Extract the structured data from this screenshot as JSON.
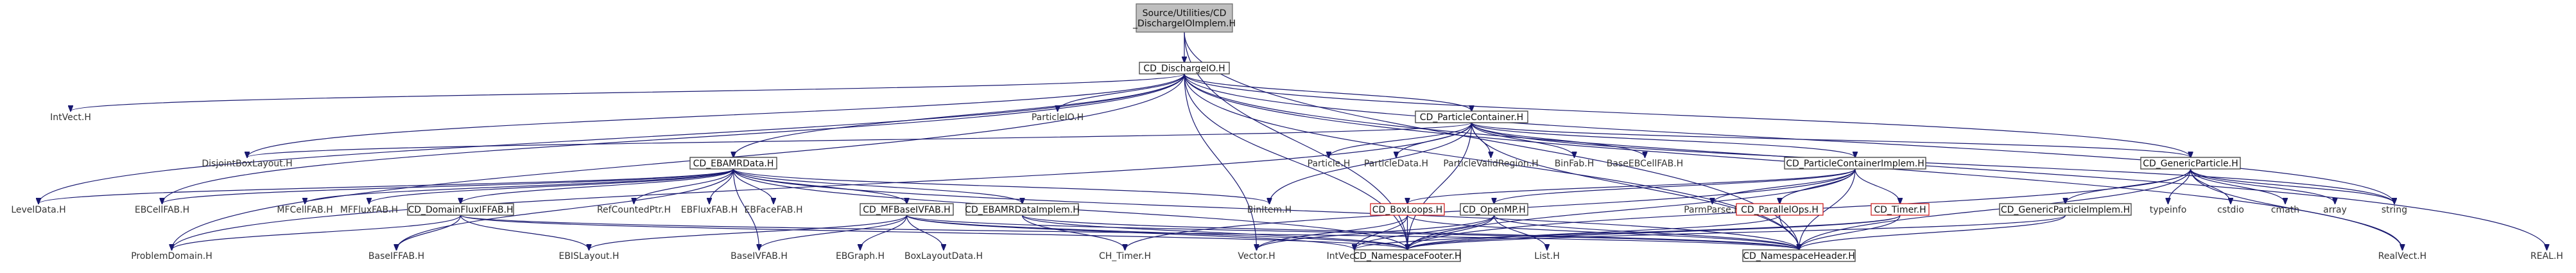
{
  "diagram": {
    "type": "include-dependency-graph",
    "colors": {
      "edge": "#191970",
      "node_border": "#b0b0b0",
      "root_fill": "#bfbfbf",
      "incomplete_border": "#cc1111"
    },
    "nodes": [
      {
        "id": "root",
        "lines": [
          "Source/Utilities/CD",
          "_DischargeIOImplem.H"
        ],
        "style": "root"
      },
      {
        "id": "dischargeio",
        "lines": [
          "CD_DischargeIO.H"
        ],
        "style": "main"
      },
      {
        "id": "intvect",
        "lines": [
          "IntVect.H"
        ],
        "style": "plain"
      },
      {
        "id": "particleio",
        "lines": [
          "ParticleIO.H"
        ],
        "style": "plain"
      },
      {
        "id": "leveldata",
        "lines": [
          "LevelData.H"
        ],
        "style": "plain"
      },
      {
        "id": "ebcellfab",
        "lines": [
          "EBCellFAB.H"
        ],
        "style": "plain"
      },
      {
        "id": "disjoint",
        "lines": [
          "DisjointBoxLayout.H"
        ],
        "style": "plain"
      },
      {
        "id": "problemdomain",
        "lines": [
          "ProblemDomain.H"
        ],
        "style": "plain"
      },
      {
        "id": "ebamrdata",
        "lines": [
          "CD_EBAMRData.H"
        ],
        "style": "main"
      },
      {
        "id": "mfcellfab",
        "lines": [
          "MFCellFAB.H"
        ],
        "style": "plain"
      },
      {
        "id": "mffluxfab",
        "lines": [
          "MFFluxFAB.H"
        ],
        "style": "plain"
      },
      {
        "id": "domainflux",
        "lines": [
          "CD_DomainFluxIFFAB.H"
        ],
        "style": "main"
      },
      {
        "id": "baseiffab",
        "lines": [
          "BaseIFFAB.H"
        ],
        "style": "plain"
      },
      {
        "id": "ebislayout",
        "lines": [
          "EBISLayout.H"
        ],
        "style": "plain"
      },
      {
        "id": "refcounted",
        "lines": [
          "RefCountedPtr.H"
        ],
        "style": "plain"
      },
      {
        "id": "ebfluxfab",
        "lines": [
          "EBFluxFAB.H"
        ],
        "style": "plain"
      },
      {
        "id": "ebfacefab",
        "lines": [
          "EBFaceFAB.H"
        ],
        "style": "plain"
      },
      {
        "id": "mfbaseivfab",
        "lines": [
          "CD_MFBaseIVFAB.H"
        ],
        "style": "main"
      },
      {
        "id": "baseivfab",
        "lines": [
          "BaseIVFAB.H"
        ],
        "style": "plain"
      },
      {
        "id": "ebgraph",
        "lines": [
          "EBGraph.H"
        ],
        "style": "plain"
      },
      {
        "id": "boxlayoutdata",
        "lines": [
          "BoxLayoutData.H"
        ],
        "style": "plain"
      },
      {
        "id": "ebamrdataimplem",
        "lines": [
          "CD_EBAMRDataImplem.H"
        ],
        "style": "main"
      },
      {
        "id": "chtimer",
        "lines": [
          "CH_Timer.H"
        ],
        "style": "plain"
      },
      {
        "id": "particlecontainer",
        "lines": [
          "CD_ParticleContainer.H"
        ],
        "style": "main"
      },
      {
        "id": "binitem",
        "lines": [
          "BinItem.H"
        ],
        "style": "plain"
      },
      {
        "id": "particle",
        "lines": [
          "Particle.H"
        ],
        "style": "plain"
      },
      {
        "id": "particledata",
        "lines": [
          "ParticleData.H"
        ],
        "style": "plain"
      },
      {
        "id": "particlevalid",
        "lines": [
          "ParticleValidRegion.H"
        ],
        "style": "plain"
      },
      {
        "id": "binfab",
        "lines": [
          "BinFab.H"
        ],
        "style": "plain"
      },
      {
        "id": "baseebcellfab",
        "lines": [
          "BaseEBCellFAB.H"
        ],
        "style": "plain"
      },
      {
        "id": "pcimplem",
        "lines": [
          "CD_ParticleContainerImplem.H"
        ],
        "style": "main"
      },
      {
        "id": "boxloops",
        "lines": [
          "CD_BoxLoops.H"
        ],
        "style": "red"
      },
      {
        "id": "openmp",
        "lines": [
          "CD_OpenMP.H"
        ],
        "style": "main"
      },
      {
        "id": "parmparse",
        "lines": [
          "ParmParse.H"
        ],
        "style": "plain"
      },
      {
        "id": "parallelops",
        "lines": [
          "CD_ParallelOps.H"
        ],
        "style": "red"
      },
      {
        "id": "cdtimer",
        "lines": [
          "CD_Timer.H"
        ],
        "style": "red"
      },
      {
        "id": "vector",
        "lines": [
          "Vector.H"
        ],
        "style": "plain"
      },
      {
        "id": "intvectset",
        "lines": [
          "IntVectSet.H"
        ],
        "style": "plain"
      },
      {
        "id": "nsfooter",
        "lines": [
          "CD_NamespaceFooter.H"
        ],
        "style": "main"
      },
      {
        "id": "list",
        "lines": [
          "List.H"
        ],
        "style": "plain"
      },
      {
        "id": "nsheader",
        "lines": [
          "CD_NamespaceHeader.H"
        ],
        "style": "main"
      },
      {
        "id": "genericparticle",
        "lines": [
          "CD_GenericParticle.H"
        ],
        "style": "main"
      },
      {
        "id": "gpimplem",
        "lines": [
          "CD_GenericParticleImplem.H"
        ],
        "style": "main"
      },
      {
        "id": "typeinfo",
        "lines": [
          "typeinfo"
        ],
        "style": "plain"
      },
      {
        "id": "cstdio",
        "lines": [
          "cstdio"
        ],
        "style": "plain"
      },
      {
        "id": "cmath",
        "lines": [
          "cmath"
        ],
        "style": "plain"
      },
      {
        "id": "array",
        "lines": [
          "array"
        ],
        "style": "plain"
      },
      {
        "id": "string",
        "lines": [
          "string"
        ],
        "style": "plain"
      },
      {
        "id": "realvect",
        "lines": [
          "RealVect.H"
        ],
        "style": "plain"
      },
      {
        "id": "real",
        "lines": [
          "REAL.H"
        ],
        "style": "plain"
      }
    ],
    "edges": [
      [
        "root",
        "dischargeio"
      ],
      [
        "root",
        "nsfooter"
      ],
      [
        "root",
        "nsheader"
      ],
      [
        "dischargeio",
        "intvect"
      ],
      [
        "dischargeio",
        "particleio"
      ],
      [
        "dischargeio",
        "leveldata"
      ],
      [
        "dischargeio",
        "ebcellfab"
      ],
      [
        "dischargeio",
        "disjoint"
      ],
      [
        "dischargeio",
        "problemdomain"
      ],
      [
        "dischargeio",
        "ebamrdata"
      ],
      [
        "dischargeio",
        "particlecontainer"
      ],
      [
        "dischargeio",
        "genericparticle"
      ],
      [
        "dischargeio",
        "vector"
      ],
      [
        "dischargeio",
        "nsfooter"
      ],
      [
        "dischargeio",
        "nsheader"
      ],
      [
        "dischargeio",
        "string"
      ],
      [
        "dischargeio",
        "realvect"
      ],
      [
        "dischargeio",
        "real"
      ],
      [
        "ebamrdata",
        "leveldata"
      ],
      [
        "ebamrdata",
        "ebcellfab"
      ],
      [
        "ebamrdata",
        "mfcellfab"
      ],
      [
        "ebamrdata",
        "mffluxfab"
      ],
      [
        "ebamrdata",
        "domainflux"
      ],
      [
        "ebamrdata",
        "refcounted"
      ],
      [
        "ebamrdata",
        "ebfluxfab"
      ],
      [
        "ebamrdata",
        "ebfacefab"
      ],
      [
        "ebamrdata",
        "mfbaseivfab"
      ],
      [
        "ebamrdata",
        "ebamrdataimplem"
      ],
      [
        "ebamrdata",
        "baseiffab"
      ],
      [
        "ebamrdata",
        "baseivfab"
      ],
      [
        "ebamrdata",
        "binitem"
      ],
      [
        "ebamrdata",
        "nsfooter"
      ],
      [
        "ebamrdata",
        "nsheader"
      ],
      [
        "domainflux",
        "problemdomain"
      ],
      [
        "domainflux",
        "baseiffab"
      ],
      [
        "domainflux",
        "ebislayout"
      ],
      [
        "domainflux",
        "nsfooter"
      ],
      [
        "domainflux",
        "nsheader"
      ],
      [
        "mfbaseivfab",
        "baseivfab"
      ],
      [
        "mfbaseivfab",
        "ebgraph"
      ],
      [
        "mfbaseivfab",
        "boxlayoutdata"
      ],
      [
        "mfbaseivfab",
        "ebislayout"
      ],
      [
        "mfbaseivfab",
        "nsfooter"
      ],
      [
        "mfbaseivfab",
        "nsheader"
      ],
      [
        "mfbaseivfab",
        "intvectset"
      ],
      [
        "ebamrdataimplem",
        "chtimer"
      ],
      [
        "ebamrdataimplem",
        "nsfooter"
      ],
      [
        "ebamrdataimplem",
        "nsheader"
      ],
      [
        "particlecontainer",
        "disjoint"
      ],
      [
        "particlecontainer",
        "problemdomain"
      ],
      [
        "particlecontainer",
        "binitem"
      ],
      [
        "particlecontainer",
        "particle"
      ],
      [
        "particlecontainer",
        "particledata"
      ],
      [
        "particlecontainer",
        "particlevalid"
      ],
      [
        "particlecontainer",
        "binfab"
      ],
      [
        "particlecontainer",
        "baseebcellfab"
      ],
      [
        "particlecontainer",
        "pcimplem"
      ],
      [
        "particlecontainer",
        "genericparticle"
      ],
      [
        "particlecontainer",
        "nsfooter"
      ],
      [
        "particlecontainer",
        "nsheader"
      ],
      [
        "particlecontainer",
        "string"
      ],
      [
        "pcimplem",
        "boxloops"
      ],
      [
        "pcimplem",
        "openmp"
      ],
      [
        "pcimplem",
        "parmparse"
      ],
      [
        "pcimplem",
        "parallelops"
      ],
      [
        "pcimplem",
        "cdtimer"
      ],
      [
        "pcimplem",
        "chtimer"
      ],
      [
        "pcimplem",
        "nsfooter"
      ],
      [
        "pcimplem",
        "nsheader"
      ],
      [
        "boxloops",
        "intvectset"
      ],
      [
        "boxloops",
        "nsfooter"
      ],
      [
        "boxloops",
        "nsheader"
      ],
      [
        "boxloops",
        "vector"
      ],
      [
        "openmp",
        "vector"
      ],
      [
        "openmp",
        "intvectset"
      ],
      [
        "openmp",
        "list"
      ],
      [
        "openmp",
        "nsfooter"
      ],
      [
        "openmp",
        "nsheader"
      ],
      [
        "parallelops",
        "nsfooter"
      ],
      [
        "parallelops",
        "nsheader"
      ],
      [
        "cdtimer",
        "nsfooter"
      ],
      [
        "cdtimer",
        "nsheader"
      ],
      [
        "cdtimer",
        "intvectset"
      ],
      [
        "genericparticle",
        "gpimplem"
      ],
      [
        "genericparticle",
        "typeinfo"
      ],
      [
        "genericparticle",
        "cstdio"
      ],
      [
        "genericparticle",
        "cmath"
      ],
      [
        "genericparticle",
        "array"
      ],
      [
        "genericparticle",
        "string"
      ],
      [
        "genericparticle",
        "realvect"
      ],
      [
        "genericparticle",
        "nsfooter"
      ],
      [
        "genericparticle",
        "nsheader"
      ],
      [
        "gpimplem",
        "nsfooter"
      ],
      [
        "gpimplem",
        "nsheader"
      ]
    ]
  }
}
